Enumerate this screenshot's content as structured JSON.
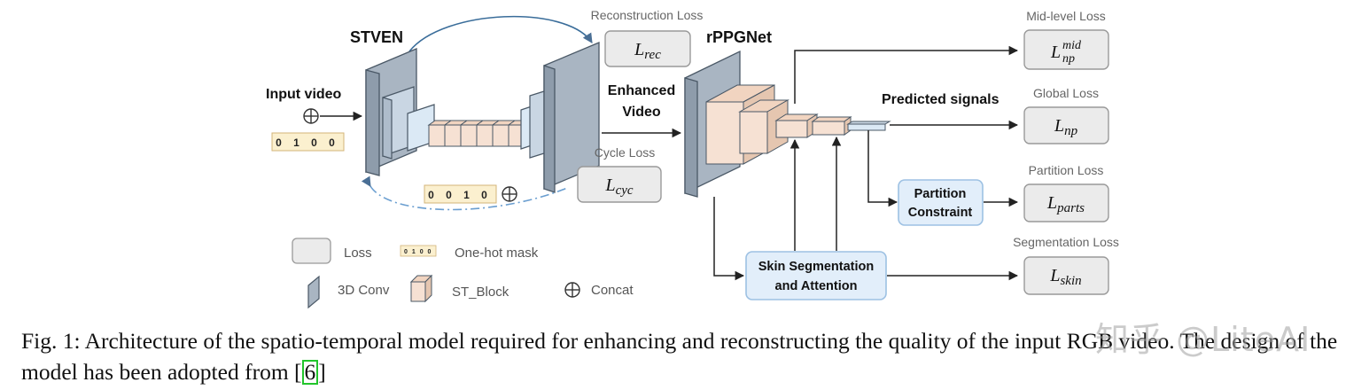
{
  "blocks": {
    "stven": "STVEN",
    "rppgnet": "rPPGNet",
    "input_video": "Input video",
    "enhanced_video_line1": "Enhanced",
    "enhanced_video_line2": "Video",
    "predicted_signals": "Predicted signals",
    "partition_line1": "Partition",
    "partition_line2": "Constraint",
    "skin_line1": "Skin Segmentation",
    "skin_line2": "and Attention"
  },
  "masks": {
    "input_mask": "0 1 0 0",
    "target_mask": "0 0 1 0"
  },
  "losses": [
    {
      "title": "Reconstruction Loss",
      "symbol": "L",
      "sub": "rec",
      "sup": ""
    },
    {
      "title": "Cycle Loss",
      "symbol": "L",
      "sub": "cyc",
      "sup": ""
    },
    {
      "title": "Mid-level Loss",
      "symbol": "L",
      "sub": "np",
      "sup": "mid"
    },
    {
      "title": "Global Loss",
      "symbol": "L",
      "sub": "np",
      "sup": ""
    },
    {
      "title": "Partition Loss",
      "symbol": "L",
      "sub": "parts",
      "sup": ""
    },
    {
      "title": "Segmentation Loss",
      "symbol": "L",
      "sub": "skin",
      "sup": ""
    }
  ],
  "legend": {
    "loss": "Loss",
    "mask_sample": "0 1 0 0",
    "onehot": "One-hot mask",
    "conv": "3D Conv",
    "st_block": "ST_Block",
    "concat": "Concat"
  },
  "caption": {
    "text": "Fig. 1: Architecture of the spatio-temporal model required for enhancing and reconstructing the quality of the input RGB video. The design of the model has been adopted from [",
    "ref": "6",
    "close": "]"
  },
  "watermark": "知乎 @LiteAI",
  "colors": {
    "conv_face": "#a9b5c2",
    "conv_edge": "#4a5866",
    "st_block": "#f6e1d3",
    "st_block_dark": "#e5c6b0",
    "light_block": "#dbe9f5",
    "loss_fill": "#ebebeb",
    "mask_fill": "#fbf0cf",
    "blue_box": "#e2eefa",
    "blue_edge": "#9dc1e3",
    "dash_blue": "#6a9ed0"
  }
}
